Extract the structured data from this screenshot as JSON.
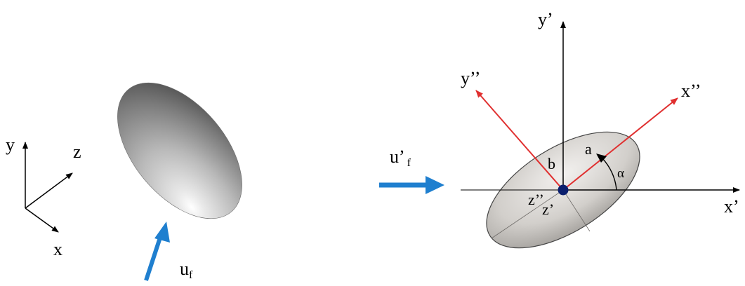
{
  "left_panel": {
    "axis_labels": {
      "y": "y",
      "z": "z",
      "x": "x"
    },
    "flow_label": {
      "main": "u",
      "sub": "f"
    }
  },
  "right_panel": {
    "flow_label": {
      "main": "u’",
      "sub": "f"
    },
    "primed_axis_labels": {
      "y": "y’",
      "x": "x’",
      "z": "z’"
    },
    "double_primed_axis_labels": {
      "y": "y’’",
      "x": "x’’",
      "z": "z’’"
    },
    "ellipse_labels": {
      "semi_major": "a",
      "semi_minor": "b",
      "angle": "α"
    }
  },
  "colors": {
    "axis_black": "#000000",
    "rotated_axis_red": "#e03030",
    "flow_arrow_blue": "#1f7fcf",
    "center_dot": "#0b1f6e"
  }
}
